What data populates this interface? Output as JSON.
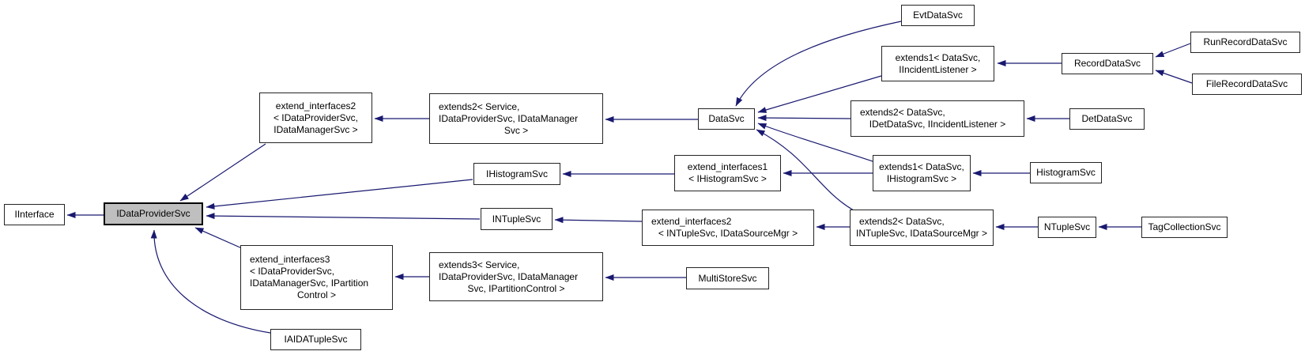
{
  "diagram": {
    "kind": "class-inheritance-graph",
    "current_class": "IDataProviderSvc",
    "colors": {
      "edge": "#191970",
      "node_border": "#242424",
      "node_fill": "#ffffff",
      "current_fill": "#bfbfbf",
      "background": "#ffffff",
      "text": "#000000"
    },
    "nodes": [
      {
        "id": "IInterface",
        "lines": [
          "IInterface"
        ]
      },
      {
        "id": "IDataProviderSvc",
        "lines": [
          "IDataProviderSvc"
        ]
      },
      {
        "id": "extend_interfaces2_dp",
        "lines": [
          "extend_interfaces2",
          "< IDataProviderSvc,",
          "IDataManagerSvc >"
        ]
      },
      {
        "id": "extends2_service",
        "lines": [
          "extends2< Service,",
          "IDataProviderSvc, IDataManager",
          "Svc >"
        ]
      },
      {
        "id": "DataSvc",
        "lines": [
          "DataSvc"
        ]
      },
      {
        "id": "EvtDataSvc",
        "lines": [
          "EvtDataSvc"
        ]
      },
      {
        "id": "extends1_incident",
        "lines": [
          "extends1< DataSvc,",
          "IIncidentListener >"
        ]
      },
      {
        "id": "RecordDataSvc",
        "lines": [
          "RecordDataSvc"
        ]
      },
      {
        "id": "RunRecordDataSvc",
        "lines": [
          "RunRecordDataSvc"
        ]
      },
      {
        "id": "FileRecordDataSvc",
        "lines": [
          "FileRecordDataSvc"
        ]
      },
      {
        "id": "extends2_det",
        "lines": [
          "extends2< DataSvc,",
          "IDetDataSvc, IIncidentListener >"
        ]
      },
      {
        "id": "DetDataSvc",
        "lines": [
          "DetDataSvc"
        ]
      },
      {
        "id": "extend_interfaces1_h",
        "lines": [
          "extend_interfaces1",
          "< IHistogramSvc >"
        ]
      },
      {
        "id": "extends1_histogram",
        "lines": [
          "extends1< DataSvc,",
          "IHistogramSvc >"
        ]
      },
      {
        "id": "HistogramSvc",
        "lines": [
          "HistogramSvc"
        ]
      },
      {
        "id": "IHistogramSvc",
        "lines": [
          "IHistogramSvc"
        ]
      },
      {
        "id": "INTupleSvc",
        "lines": [
          "INTupleSvc"
        ]
      },
      {
        "id": "extend_interfaces2_nt",
        "lines": [
          "extend_interfaces2",
          "< INTupleSvc, IDataSourceMgr >"
        ]
      },
      {
        "id": "extends2_ntuple",
        "lines": [
          "extends2< DataSvc,",
          "INTupleSvc, IDataSourceMgr >"
        ]
      },
      {
        "id": "NTupleSvc",
        "lines": [
          "NTupleSvc"
        ]
      },
      {
        "id": "TagCollectionSvc",
        "lines": [
          "TagCollectionSvc"
        ]
      },
      {
        "id": "extend_interfaces3",
        "lines": [
          "extend_interfaces3",
          "< IDataProviderSvc,",
          "IDataManagerSvc, IPartition",
          "Control >"
        ]
      },
      {
        "id": "extends3_service",
        "lines": [
          "extends3< Service,",
          "IDataProviderSvc, IDataManager",
          "Svc, IPartitionControl >"
        ]
      },
      {
        "id": "MultiStoreSvc",
        "lines": [
          "MultiStoreSvc"
        ]
      },
      {
        "id": "IAIDATupleSvc",
        "lines": [
          "IAIDATupleSvc"
        ]
      }
    ],
    "edges": [
      {
        "from": "IDataProviderSvc",
        "to": "IInterface"
      },
      {
        "from": "extend_interfaces2_dp",
        "to": "IDataProviderSvc"
      },
      {
        "from": "extends2_service",
        "to": "extend_interfaces2_dp"
      },
      {
        "from": "DataSvc",
        "to": "extends2_service"
      },
      {
        "from": "EvtDataSvc",
        "to": "DataSvc"
      },
      {
        "from": "extends1_incident",
        "to": "DataSvc"
      },
      {
        "from": "RecordDataSvc",
        "to": "extends1_incident"
      },
      {
        "from": "RunRecordDataSvc",
        "to": "RecordDataSvc"
      },
      {
        "from": "FileRecordDataSvc",
        "to": "RecordDataSvc"
      },
      {
        "from": "extends2_det",
        "to": "DataSvc"
      },
      {
        "from": "DetDataSvc",
        "to": "extends2_det"
      },
      {
        "from": "extends1_histogram",
        "to": "DataSvc"
      },
      {
        "from": "HistogramSvc",
        "to": "extends1_histogram"
      },
      {
        "from": "extends2_ntuple",
        "to": "DataSvc"
      },
      {
        "from": "NTupleSvc",
        "to": "extends2_ntuple"
      },
      {
        "from": "TagCollectionSvc",
        "to": "NTupleSvc"
      },
      {
        "from": "extend_interfaces1_h",
        "to": "IHistogramSvc"
      },
      {
        "from": "extends1_histogram",
        "to": "extend_interfaces1_h"
      },
      {
        "from": "IHistogramSvc",
        "to": "IDataProviderSvc"
      },
      {
        "from": "extend_interfaces2_nt",
        "to": "INTupleSvc"
      },
      {
        "from": "extends2_ntuple",
        "to": "extend_interfaces2_nt"
      },
      {
        "from": "INTupleSvc",
        "to": "IDataProviderSvc"
      },
      {
        "from": "extends3_service",
        "to": "extend_interfaces3"
      },
      {
        "from": "MultiStoreSvc",
        "to": "extends3_service"
      },
      {
        "from": "extend_interfaces3",
        "to": "IDataProviderSvc"
      },
      {
        "from": "IAIDATupleSvc",
        "to": "IDataProviderSvc"
      }
    ]
  }
}
